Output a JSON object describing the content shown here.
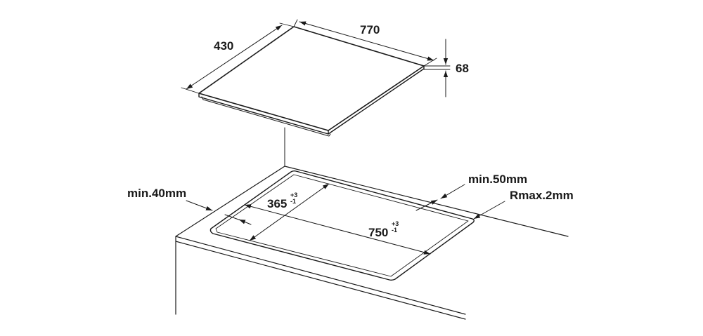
{
  "labels": {
    "hob_width": "770",
    "hob_depth": "430",
    "hob_height": "68",
    "min_front_distance": "min.40mm",
    "min_rear_distance": "min.50mm",
    "corner_radius": "Rmax.2mm",
    "cutout_depth": {
      "value": "365",
      "tol_upper": "+3",
      "tol_lower": "-1"
    },
    "cutout_width": {
      "value": "750",
      "tol_upper": "+3",
      "tol_lower": "-1"
    }
  },
  "colors": {
    "line": "#1a1a1a",
    "background": "#ffffff"
  }
}
